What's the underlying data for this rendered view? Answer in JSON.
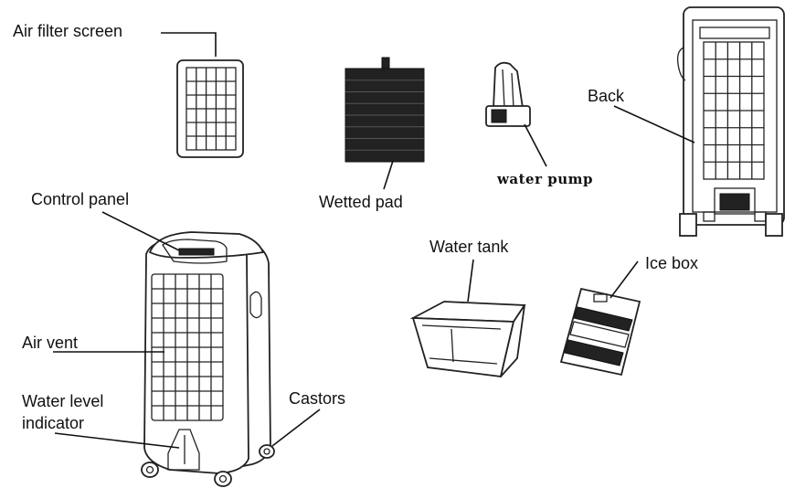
{
  "labels": {
    "air_filter_screen": "Air filter screen",
    "wetted_pad": "Wetted pad",
    "water_pump": "water pump",
    "back": "Back",
    "control_panel": "Control panel",
    "water_tank": "Water tank",
    "ice_box": "Ice box",
    "air_vent": "Air vent",
    "water_level_line1": "Water level",
    "water_level_line2": "indicator",
    "castors": "Castors"
  }
}
